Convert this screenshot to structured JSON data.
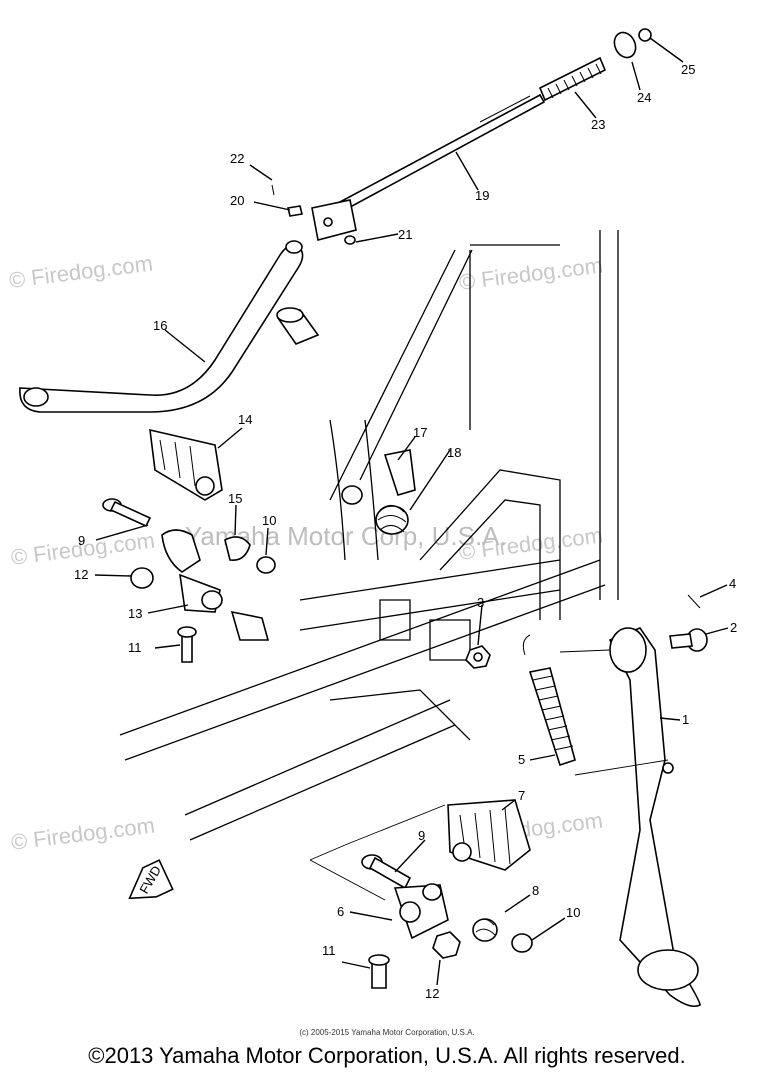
{
  "watermark": {
    "site": "© Firedog.com",
    "brand": "Yamaha Motor Corp, U.S.A."
  },
  "fwd_label": "FWD",
  "parts": {
    "p1": "1",
    "p2": "2",
    "p3": "3",
    "p4": "4",
    "p5": "5",
    "p6": "6",
    "p7": "7",
    "p8": "8",
    "p9a": "9",
    "p9b": "9",
    "p10a": "10",
    "p10b": "10",
    "p11a": "11",
    "p11b": "11",
    "p12a": "12",
    "p12b": "12",
    "p13": "13",
    "p14": "14",
    "p15": "15",
    "p16": "16",
    "p17": "17",
    "p18": "18",
    "p19": "19",
    "p20": "20",
    "p21": "21",
    "p22": "22",
    "p23": "23",
    "p24": "24",
    "p25": "25"
  },
  "copyright_small": "(c) 2005-2015 Yamaha Motor Corporation, U.S.A.",
  "copyright_footer": "©2013 Yamaha Motor Corporation, U.S.A. All rights reserved."
}
